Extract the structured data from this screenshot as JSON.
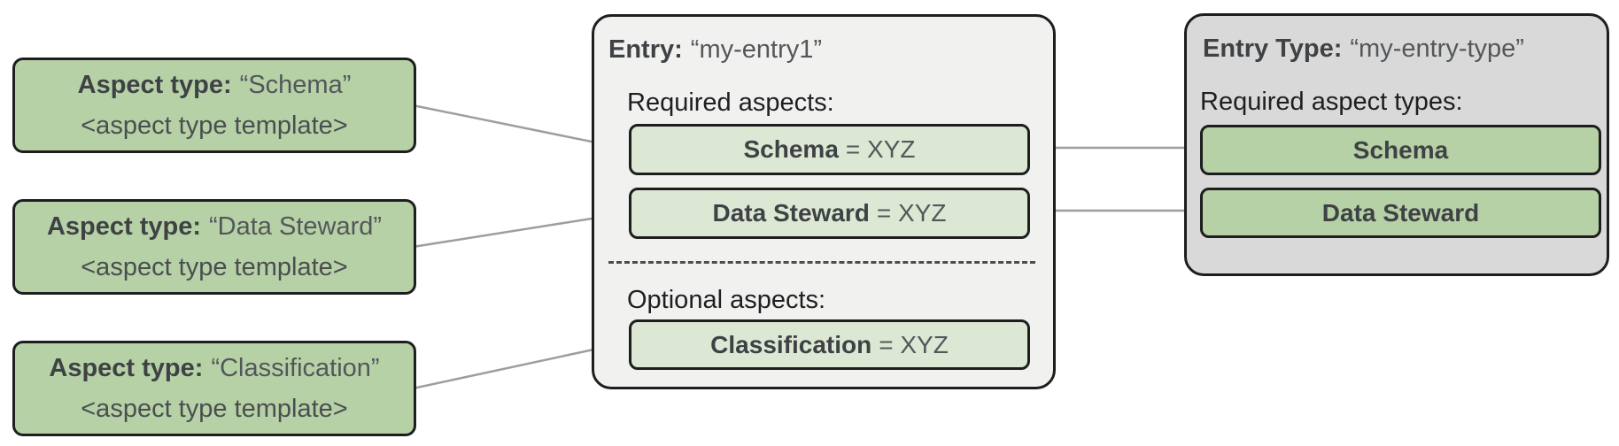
{
  "diagram": {
    "aspect_types": [
      {
        "label": "Aspect type:",
        "name": "“Schema”",
        "template": "<aspect type template>"
      },
      {
        "label": "Aspect type:",
        "name": "“Data Steward”",
        "template": "<aspect type template>"
      },
      {
        "label": "Aspect type:",
        "name": "“Classification”",
        "template": "<aspect type template>"
      }
    ],
    "entry": {
      "title_label": "Entry:",
      "title_value": "“my-entry1”",
      "required_label": "Required aspects:",
      "required_aspects": [
        {
          "name": "Schema",
          "value": "= XYZ"
        },
        {
          "name": "Data Steward",
          "value": "= XYZ"
        }
      ],
      "optional_label": "Optional aspects:",
      "optional_aspects": [
        {
          "name": "Classification",
          "value": "= XYZ"
        }
      ]
    },
    "entry_type": {
      "title_label": "Entry Type:",
      "title_value": "“my-entry-type”",
      "required_label": "Required aspect types:",
      "required_aspect_types": [
        {
          "name": "Schema"
        },
        {
          "name": "Data Steward"
        }
      ]
    },
    "colors": {
      "green": "#b6d1a6",
      "light_green": "#dce8d4",
      "entry_bg": "#f1f2f0",
      "entry_type_bg": "#d9d9d9",
      "border": "#1e1e1e",
      "connector": "#9e9e9e",
      "text_bold": "#3f4245",
      "text_regular": "#53575a"
    }
  }
}
